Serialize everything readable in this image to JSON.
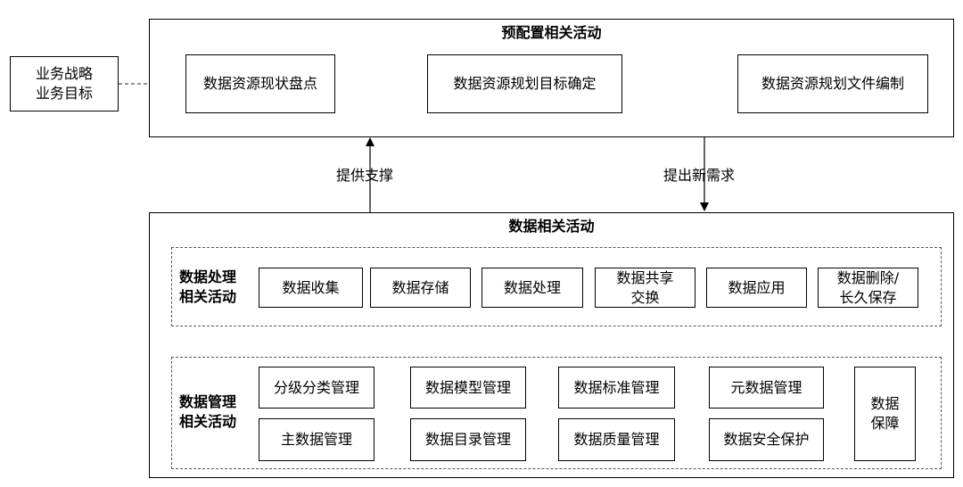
{
  "input": {
    "line1": "业务战略",
    "line2": "业务目标"
  },
  "preconfig": {
    "title": "预配置相关活动",
    "steps": [
      "数据资源现状盘点",
      "数据资源规划目标确定",
      "数据资源规划文件编制"
    ]
  },
  "arrows": {
    "support": "提供支撑",
    "new_demand": "提出新需求"
  },
  "data_activities": {
    "title": "数据相关活动",
    "processing": {
      "title_line1": "数据处理",
      "title_line2": "相关活动",
      "items": [
        {
          "line1": "数据收集",
          "line2": ""
        },
        {
          "line1": "数据存储",
          "line2": ""
        },
        {
          "line1": "数据处理",
          "line2": ""
        },
        {
          "line1": "数据共享",
          "line2": "交换"
        },
        {
          "line1": "数据应用",
          "line2": ""
        },
        {
          "line1": "数据删除/",
          "line2": "长久保存"
        }
      ]
    },
    "management": {
      "title_line1": "数据管理",
      "title_line2": "相关活动",
      "items": [
        "分级分类管理",
        "数据模型管理",
        "数据标准管理",
        "元数据管理",
        "主数据管理",
        "数据目录管理",
        "数据质量管理",
        "数据安全保护"
      ],
      "guarantee_line1": "数据",
      "guarantee_line2": "保障"
    }
  }
}
